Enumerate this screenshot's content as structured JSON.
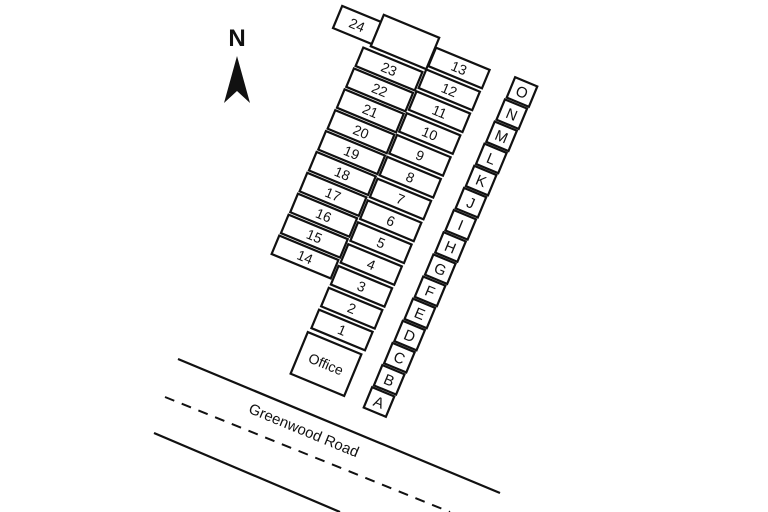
{
  "compass": {
    "label": "N",
    "icon": "north-arrow-icon"
  },
  "road": {
    "name": "Greenwood Road"
  },
  "office": {
    "label": "Office"
  },
  "unit_24": {
    "label": "24"
  },
  "column_left": [
    "23",
    "22",
    "21",
    "20",
    "19",
    "18",
    "17",
    "16",
    "15",
    "14"
  ],
  "column_middle": [
    "13",
    "12",
    "11",
    "10",
    "9",
    "8",
    "7",
    "6",
    "5",
    "4",
    "3",
    "2",
    "1"
  ],
  "column_right": [
    "O",
    "N",
    "M",
    "L",
    "K",
    "J",
    "I",
    "H",
    "G",
    "F",
    "E",
    "D",
    "C",
    "B",
    "A"
  ],
  "colors": {
    "line": "#111111",
    "background": "#ffffff"
  }
}
